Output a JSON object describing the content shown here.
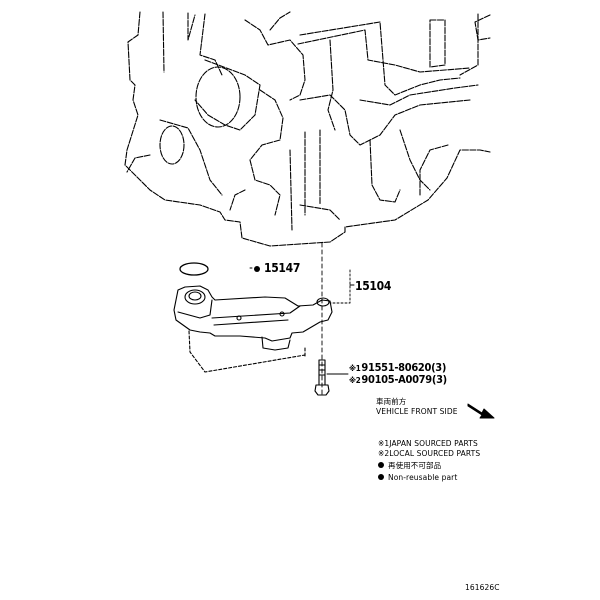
{
  "diagram": {
    "parts": [
      {
        "number": "15147",
        "non_reusable": true
      },
      {
        "number": "15104",
        "non_reusable": false
      }
    ],
    "bolt_parts": [
      {
        "mark": "※1",
        "number": "91551-80620(3)"
      },
      {
        "mark": "※2",
        "number": "90105-A0079(3)"
      }
    ],
    "direction": {
      "label_jp": "車両前方",
      "label_en": "VEHICLE FRONT SIDE",
      "icon": "arrow-down-right-icon"
    },
    "legend": [
      {
        "mark": "※1",
        "text": "JAPAN SOURCED PARTS"
      },
      {
        "mark": "※2",
        "text": "LOCAL SOURCED PARTS"
      },
      {
        "symbol": "filled-dot-icon",
        "text": "再使用不可部品"
      },
      {
        "symbol": "filled-dot-icon",
        "text": "Non-reusable part"
      }
    ],
    "figure_id": "161626C",
    "line_color": "#000000",
    "background": "#ffffff"
  }
}
